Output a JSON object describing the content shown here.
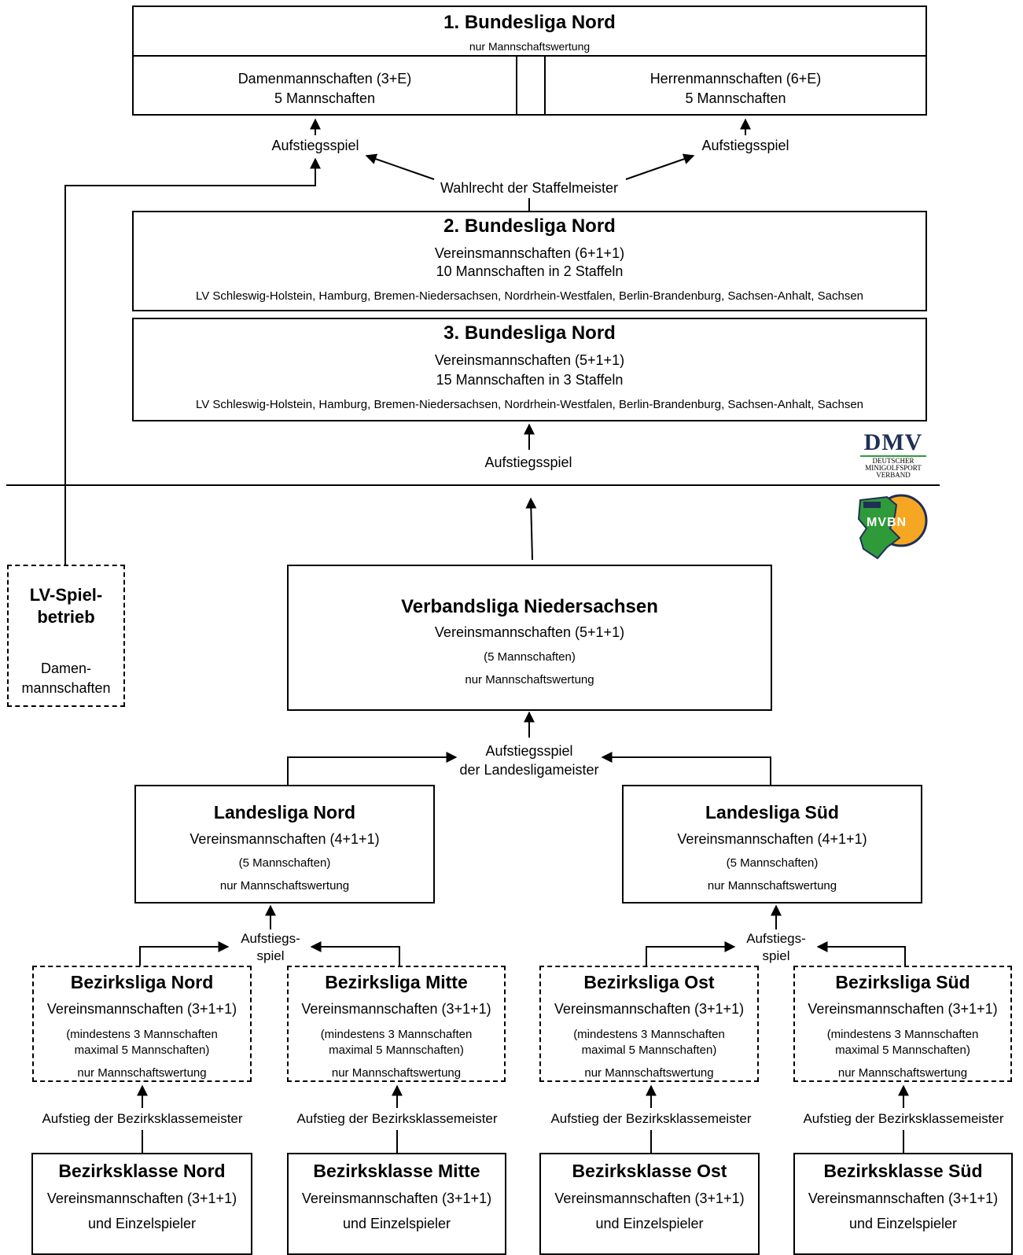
{
  "bl1": {
    "title": "1. Bundesliga Nord",
    "subtitle": "nur Mannschaftswertung",
    "women": {
      "line1": "Damenmannschaften (3+E)",
      "line2": "5 Mannschaften"
    },
    "men": {
      "line1": "Herrenmannschaften (6+E)",
      "line2": "5 Mannschaften"
    }
  },
  "promo": {
    "left": "Aufstiegsspiel",
    "right": "Aufstiegsspiel",
    "choice": "Wahlrecht der Staffelmeister",
    "bl3": "Aufstiegsspiel"
  },
  "bl2": {
    "title": "2. Bundesliga Nord",
    "line1": "Vereinsmannschaften (6+1+1)",
    "line2": "10 Mannschaften in 2 Staffeln",
    "regions": "LV Schleswig-Holstein, Hamburg, Bremen-Niedersachsen, Nordrhein-Westfalen, Berlin-Brandenburg, Sachsen-Anhalt, Sachsen"
  },
  "bl3": {
    "title": "3. Bundesliga Nord",
    "line1": "Vereinsmannschaften (5+1+1)",
    "line2": "15 Mannschaften in 3 Staffeln",
    "regions": "LV Schleswig-Holstein, Hamburg, Bremen-Niedersachsen, Nordrhein-Westfalen, Berlin-Brandenburg, Sachsen-Anhalt, Sachsen"
  },
  "logos": {
    "dmv": {
      "mark": "DMV",
      "l1": "DEUTSCHER",
      "l2": "MINIGOLFSPORT",
      "l3": "VERBAND"
    },
    "mvbn": {
      "mark": "MVBN"
    }
  },
  "lv": {
    "title1": "LV-Spiel-",
    "title2": "betrieb",
    "text1": "Damen-",
    "text2": "mannschaften"
  },
  "vl": {
    "title": "Verbandsliga Niedersachsen",
    "line1": "Vereinsmannschaften (5+1+1)",
    "line2": "(5 Mannschaften)",
    "line3": "nur Mannschaftswertung"
  },
  "ll_promo": {
    "line1": "Aufstiegsspiel",
    "line2": "der Landesligameister"
  },
  "ll": [
    {
      "title": "Landesliga Nord",
      "line1": "Vereinsmannschaften (4+1+1)",
      "line2": "(5 Mannschaften)",
      "line3": "nur Mannschaftswertung"
    },
    {
      "title": "Landesliga Süd",
      "line1": "Vereinsmannschaften (4+1+1)",
      "line2": "(5 Mannschaften)",
      "line3": "nur Mannschaftswertung"
    }
  ],
  "bl_promo": [
    {
      "line1": "Aufstiegs-",
      "line2": "spiel"
    },
    {
      "line1": "Aufstiegs-",
      "line2": "spiel"
    }
  ],
  "bzl": [
    {
      "title": "Bezirksliga Nord",
      "line1": "Vereinsmannschaften (3+1+1)",
      "line2": "(mindestens 3 Mannschaften",
      "line3": "maximal 5 Mannschaften)",
      "line4": "nur Mannschaftswertung"
    },
    {
      "title": "Bezirksliga Mitte",
      "line1": "Vereinsmannschaften (3+1+1)",
      "line2": "(mindestens 3 Mannschaften",
      "line3": "maximal 5 Mannschaften)",
      "line4": "nur Mannschaftswertung"
    },
    {
      "title": "Bezirksliga Ost",
      "line1": "Vereinsmannschaften (3+1+1)",
      "line2": "(mindestens 3 Mannschaften",
      "line3": "maximal 5 Mannschaften)",
      "line4": "nur Mannschaftswertung"
    },
    {
      "title": "Bezirksliga Süd",
      "line1": "Vereinsmannschaften (3+1+1)",
      "line2": "(mindestens 3 Mannschaften",
      "line3": "maximal 5 Mannschaften)",
      "line4": "nur Mannschaftswertung"
    }
  ],
  "bk_promo": [
    "Aufstieg der Bezirksklassemeister",
    "Aufstieg der Bezirksklassemeister",
    "Aufstieg der Bezirksklassemeister",
    "Aufstieg der Bezirksklassemeister"
  ],
  "bk": [
    {
      "title": "Bezirksklasse Nord",
      "line1": "Vereinsmannschaften (3+1+1)",
      "line2": "und Einzelspieler"
    },
    {
      "title": "Bezirksklasse Mitte",
      "line1": "Vereinsmannschaften (3+1+1)",
      "line2": "und Einzelspieler"
    },
    {
      "title": "Bezirksklasse Ost",
      "line1": "Vereinsmannschaften (3+1+1)",
      "line2": "und Einzelspieler"
    },
    {
      "title": "Bezirksklasse Süd",
      "line1": "Vereinsmannschaften (3+1+1)",
      "line2": "und Einzelspieler"
    }
  ],
  "colors": {
    "line": "#000000",
    "logo_green": "#2f9a3a",
    "logo_orange": "#f5a623",
    "logo_navy": "#1f2f55"
  }
}
